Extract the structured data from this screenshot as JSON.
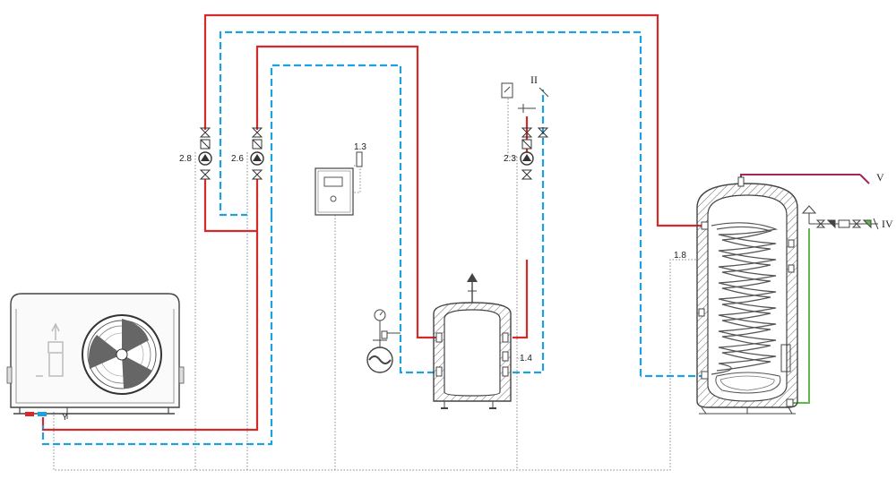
{
  "colors": {
    "flow": "#d42a2a",
    "return": "#1ea0e0",
    "signal": "#888888",
    "solar": "#5fb84a",
    "hot_water": "#a0285a",
    "casing": "#555555",
    "hatch": "#666666"
  },
  "labels": {
    "pump_left": "2.8",
    "pump_mid": "2.6",
    "pump_right": "2.3",
    "controller": "1.3",
    "buffer_sensor": "1.4",
    "tank_sensor": "1.8",
    "heating_circuit": "II",
    "cold_water": "IV",
    "hot_water_out": "V",
    "condensate": "Y"
  },
  "icons": [
    "heat-pump-unit",
    "fan-icon",
    "pump-icon",
    "valve-icon",
    "check-valve-icon",
    "controller-icon",
    "temperature-sensor-icon",
    "pressure-gauge-icon",
    "expansion-vessel-icon",
    "buffer-tank",
    "dhw-tank",
    "air-vent-icon",
    "safety-valve-icon"
  ]
}
